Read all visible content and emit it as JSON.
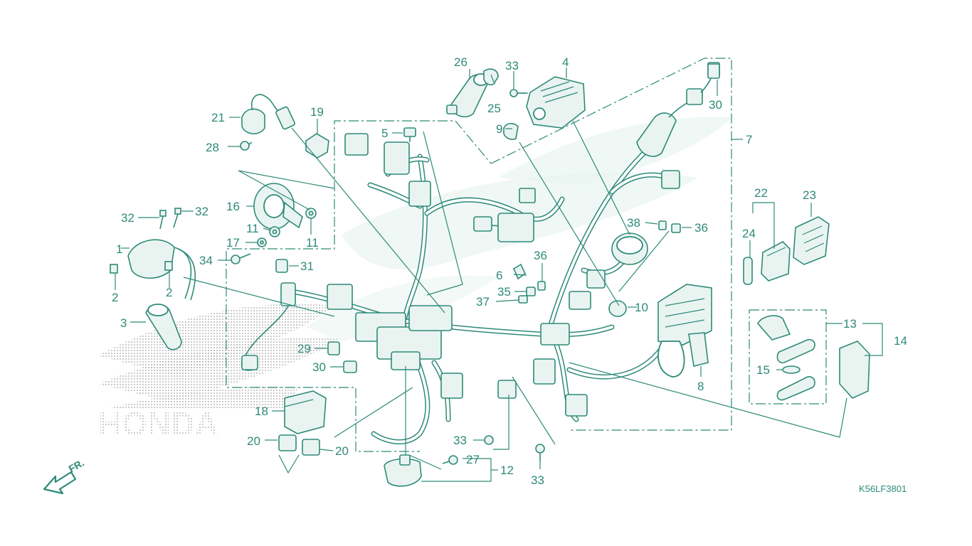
{
  "diagram": {
    "code": "K56LF3801",
    "front_label": "FR.",
    "watermark_text": "HONDA",
    "callouts": [
      {
        "id": "c1",
        "text": "1"
      },
      {
        "id": "c2a",
        "text": "2"
      },
      {
        "id": "c2b",
        "text": "2"
      },
      {
        "id": "c3",
        "text": "3"
      },
      {
        "id": "c4",
        "text": "4"
      },
      {
        "id": "c5",
        "text": "5"
      },
      {
        "id": "c6",
        "text": "6"
      },
      {
        "id": "c7",
        "text": "7"
      },
      {
        "id": "c8",
        "text": "8"
      },
      {
        "id": "c9",
        "text": "9"
      },
      {
        "id": "c10",
        "text": "10"
      },
      {
        "id": "c11a",
        "text": "11"
      },
      {
        "id": "c11b",
        "text": "11"
      },
      {
        "id": "c12",
        "text": "12"
      },
      {
        "id": "c13",
        "text": "13"
      },
      {
        "id": "c14",
        "text": "14"
      },
      {
        "id": "c15",
        "text": "15"
      },
      {
        "id": "c16",
        "text": "16"
      },
      {
        "id": "c17",
        "text": "17"
      },
      {
        "id": "c18",
        "text": "18"
      },
      {
        "id": "c19",
        "text": "19"
      },
      {
        "id": "c20a",
        "text": "20"
      },
      {
        "id": "c20b",
        "text": "20"
      },
      {
        "id": "c21",
        "text": "21"
      },
      {
        "id": "c22",
        "text": "22"
      },
      {
        "id": "c23",
        "text": "23"
      },
      {
        "id": "c24",
        "text": "24"
      },
      {
        "id": "c25",
        "text": "25"
      },
      {
        "id": "c26",
        "text": "26"
      },
      {
        "id": "c27",
        "text": "27"
      },
      {
        "id": "c28",
        "text": "28"
      },
      {
        "id": "c29",
        "text": "29"
      },
      {
        "id": "c30a",
        "text": "30"
      },
      {
        "id": "c30b",
        "text": "30"
      },
      {
        "id": "c31",
        "text": "31"
      },
      {
        "id": "c32a",
        "text": "32"
      },
      {
        "id": "c32b",
        "text": "32"
      },
      {
        "id": "c33a",
        "text": "33"
      },
      {
        "id": "c33b",
        "text": "33"
      },
      {
        "id": "c33c",
        "text": "33"
      },
      {
        "id": "c34",
        "text": "34"
      },
      {
        "id": "c35",
        "text": "35"
      },
      {
        "id": "c36a",
        "text": "36"
      },
      {
        "id": "c36b",
        "text": "36"
      },
      {
        "id": "c37",
        "text": "37"
      },
      {
        "id": "c38",
        "text": "38"
      }
    ]
  }
}
